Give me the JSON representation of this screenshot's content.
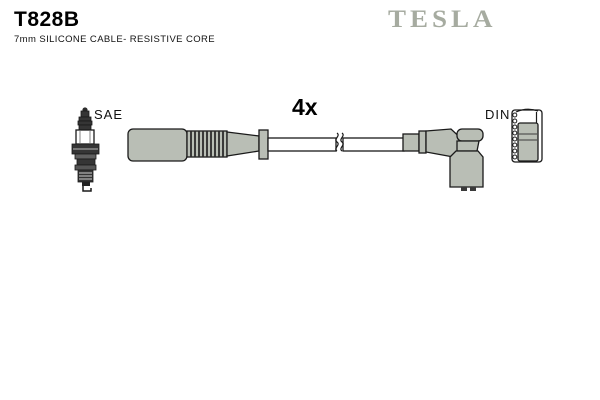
{
  "header": {
    "part_number": "T828B",
    "subtitle": "7mm SILICONE CABLE- RESISTIVE CORE",
    "brand": "TESLA"
  },
  "diagram": {
    "quantity_label": "4x",
    "left_connector_standard": "SAE",
    "right_connector_standard": "DIN"
  },
  "colors": {
    "illustration_fill": "#b9beb5",
    "brand_logo": "#a6aba0",
    "outline": "#1a1a1a",
    "background": "#ffffff",
    "text": "#000000"
  }
}
